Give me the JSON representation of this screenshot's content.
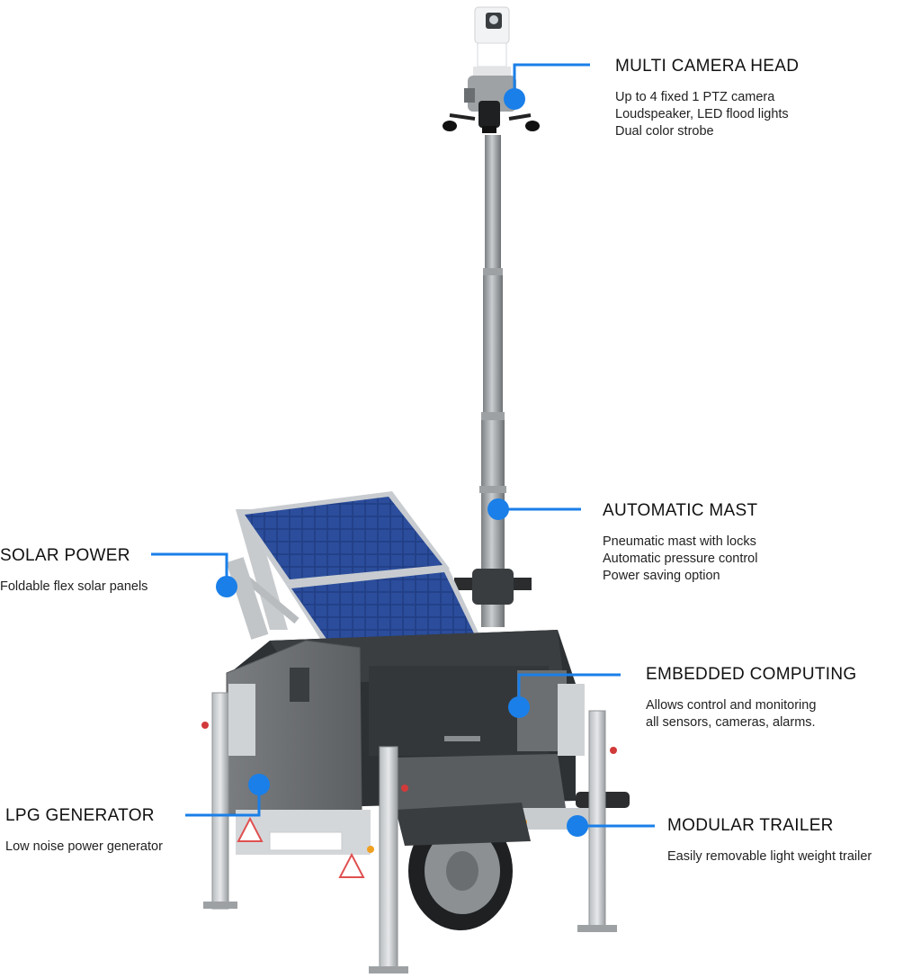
{
  "colors": {
    "accent": "#1a7fe8",
    "metal": "#8e9295",
    "dark_metal": "#4a4d50",
    "panel": "#1f3f8a"
  },
  "callouts": {
    "camera": {
      "title": "MULTI CAMERA HEAD",
      "lines": [
        "Up to 4 fixed 1 PTZ camera",
        "Loudspeaker, LED flood lights",
        "Dual color strobe"
      ]
    },
    "mast": {
      "title": "AUTOMATIC MAST",
      "lines": [
        "Pneumatic mast with locks",
        "Automatic pressure control",
        "Power saving option"
      ]
    },
    "solar": {
      "title": "SOLAR POWER",
      "lines": [
        "Foldable flex solar panels"
      ]
    },
    "computing": {
      "title": "EMBEDDED COMPUTING",
      "lines": [
        "Allows control and monitoring",
        "all sensors, cameras, alarms."
      ]
    },
    "generator": {
      "title": "LPG GENERATOR",
      "lines": [
        "Low noise power generator"
      ]
    },
    "trailer": {
      "title": "MODULAR TRAILER",
      "lines": [
        "Easily removable light weight trailer"
      ]
    }
  }
}
